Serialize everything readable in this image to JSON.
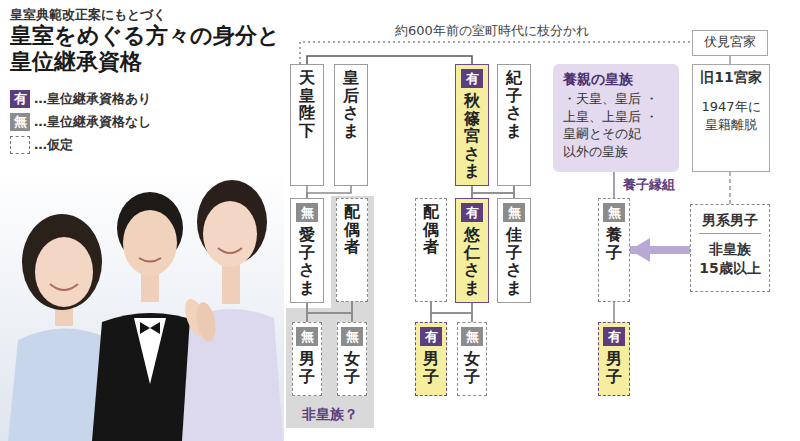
{
  "diagram": {
    "title": "皇室をめぐる方々の身分と皇位継承資格",
    "nodes": [
      {
        "text": [
          "天皇陛下"
        ]
      },
      {
        "text": [
          "皇后さま"
        ]
      },
      {
        "text": [
          "有",
          "秋篠宮さま"
        ]
      },
      {
        "text": [
          "紀子さま"
        ]
      },
      {
        "text": [
          "無",
          "愛子さま"
        ]
      },
      {
        "text": [
          "配偶者"
        ]
      },
      {
        "text": [
          "配偶者"
        ]
      },
      {
        "text": [
          "有",
          "悠仁さま"
        ]
      },
      {
        "text": [
          "無",
          "佳子さま"
        ]
      },
      {
        "text": [
          "無",
          "男子"
        ]
      },
      {
        "text": [
          "無",
          "女子"
        ]
      },
      {
        "text": [
          "有",
          "男子"
        ]
      },
      {
        "text": [
          "無",
          "女子"
        ]
      },
      {
        "text": [
          "伏見宮家"
        ]
      },
      {
        "text": [
          "養親の皇族",
          "・天皇、皇后 ・上皇、上皇后 ・皇嗣とその妃 以外の皇族"
        ]
      },
      {
        "text": [
          "旧11宮家",
          "1947年に 皇籍離脱"
        ]
      },
      {
        "text": [
          "無",
          "養子"
        ]
      },
      {
        "text": [
          "男系男子",
          "非皇族 15歳以上"
        ]
      },
      {
        "text": [
          "有",
          "男子"
        ]
      }
    ],
    "edges": [
      {
        "from": 0,
        "to": 13,
        "arrow": "none",
        "label": "約600年前の室町時代に枝分かれ"
      },
      {
        "from": 0,
        "to": 2,
        "arrow": "none"
      },
      {
        "from": 13,
        "to": 15,
        "arrow": "none"
      },
      {
        "from": 0,
        "to": 4,
        "arrow": "none"
      },
      {
        "from": 1,
        "to": 4,
        "arrow": "none"
      },
      {
        "from": 2,
        "to": 7,
        "arrow": "none"
      },
      {
        "from": 2,
        "to": 8,
        "arrow": "none"
      },
      {
        "from": 3,
        "to": 7,
        "arrow": "none"
      },
      {
        "from": 3,
        "to": 8,
        "arrow": "none"
      },
      {
        "from": 4,
        "to": 9,
        "arrow": "none"
      },
      {
        "from": 4,
        "to": 10,
        "arrow": "none"
      },
      {
        "from": 5,
        "to": 9,
        "arrow": "none"
      },
      {
        "from": 5,
        "to": 10,
        "arrow": "none"
      },
      {
        "from": 6,
        "to": 11,
        "arrow": "none"
      },
      {
        "from": 6,
        "to": 12,
        "arrow": "none"
      },
      {
        "from": 7,
        "to": 11,
        "arrow": "none"
      },
      {
        "from": 7,
        "to": 12,
        "arrow": "none"
      },
      {
        "from": 14,
        "to": 16,
        "arrow": "none",
        "label": "養子縁組"
      },
      {
        "from": 15,
        "to": 17,
        "arrow": "none"
      },
      {
        "from": 17,
        "to": 16,
        "arrow": "to"
      },
      {
        "from": 16,
        "to": 18,
        "arrow": "none"
      }
    ],
    "labels": [
      "皇室典範改正案にもとづく",
      "有",
      "無",
      "非皇族？"
    ],
    "legend": [
      {
        "text": "…皇位継承資格あり",
        "color": "#5b3d80"
      },
      {
        "text": "…皇位継承資格なし",
        "color": "#8c8c8c"
      },
      {
        "text": "…仮定"
      }
    ]
  }
}
